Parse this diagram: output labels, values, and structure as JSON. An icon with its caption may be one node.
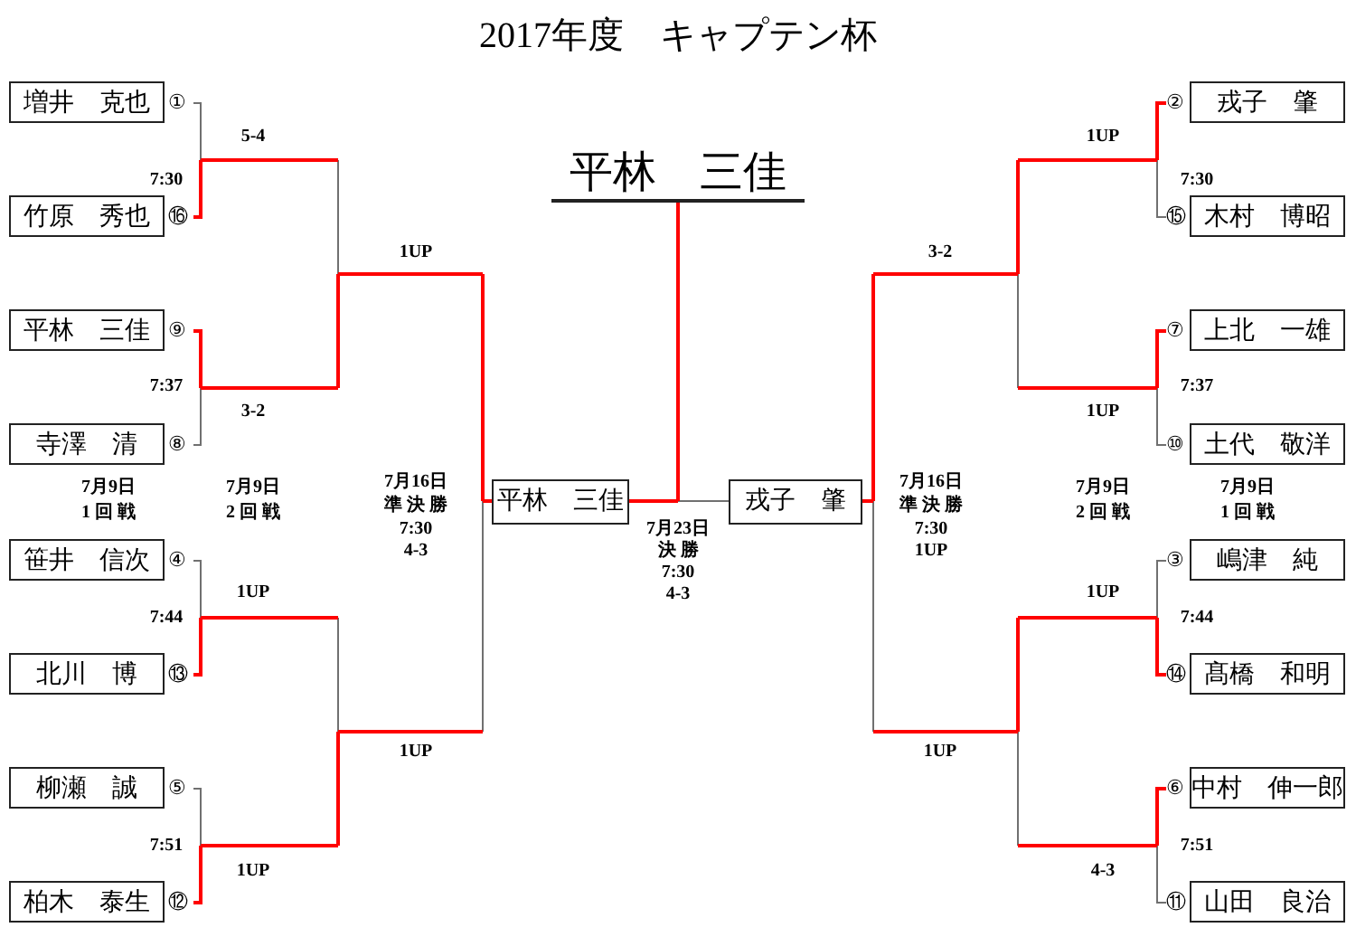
{
  "diagram": {
    "title": "2017年度　キャプテン杯",
    "nodes": [
      {
        "text": [
          "増井　克也"
        ],
        "beside": [
          "①"
        ]
      },
      {
        "text": [
          "竹原　秀也"
        ],
        "beside": [
          "⑯"
        ]
      },
      {
        "text": [
          "平林　三佳"
        ],
        "beside": [
          "⑨"
        ]
      },
      {
        "text": [
          "寺澤　清"
        ],
        "beside": [
          "⑧"
        ]
      },
      {
        "text": [
          "笹井　信次"
        ],
        "beside": [
          "④"
        ]
      },
      {
        "text": [
          "北川　博"
        ],
        "beside": [
          "⑬"
        ]
      },
      {
        "text": [
          "柳瀬　誠"
        ],
        "beside": [
          "⑤"
        ]
      },
      {
        "text": [
          "柏木　泰生"
        ],
        "beside": [
          "⑫"
        ]
      },
      {
        "text": [
          "平林　三佳"
        ]
      },
      {
        "text": [
          "平林　三佳"
        ]
      },
      {
        "text": [
          "戎子　肇"
        ]
      },
      {
        "text": [
          "戎子　肇"
        ],
        "beside": [
          "②"
        ]
      },
      {
        "text": [
          "木村　博昭"
        ],
        "beside": [
          "⑮"
        ]
      },
      {
        "text": [
          "上北　一雄"
        ],
        "beside": [
          "⑦"
        ]
      },
      {
        "text": [
          "土代　敬洋"
        ],
        "beside": [
          "⑩"
        ]
      },
      {
        "text": [
          "嶋津　純"
        ],
        "beside": [
          "③"
        ]
      },
      {
        "text": [
          "髙橋　和明"
        ],
        "beside": [
          "⑭"
        ]
      },
      {
        "text": [
          "中村　伸一郎"
        ],
        "beside": [
          "⑥"
        ]
      },
      {
        "text": [
          "山田　良治"
        ],
        "beside": [
          "⑪"
        ]
      }
    ],
    "edges": [
      {
        "from": 0,
        "to": 8,
        "arrow": "none"
      },
      {
        "from": 1,
        "to": 8,
        "arrow": "none"
      },
      {
        "from": 2,
        "to": 8,
        "arrow": "none",
        "color": "#ff0000"
      },
      {
        "from": 3,
        "to": 8,
        "arrow": "none"
      },
      {
        "from": 4,
        "to": 8,
        "arrow": "none",
        "color": "#707070"
      },
      {
        "from": 5,
        "to": 8,
        "arrow": "none",
        "color": "#707070"
      },
      {
        "from": 6,
        "to": 8,
        "arrow": "none",
        "color": "#707070"
      },
      {
        "from": 7,
        "to": 8,
        "arrow": "none",
        "color": "#707070"
      },
      {
        "from": 8,
        "to": 9,
        "arrow": "none",
        "color": "#ff0000"
      },
      {
        "from": 10,
        "to": 9,
        "arrow": "none"
      },
      {
        "from": 11,
        "to": 10,
        "arrow": "none",
        "color": "#ff0000"
      },
      {
        "from": 12,
        "to": 10,
        "arrow": "none"
      },
      {
        "from": 13,
        "to": 10,
        "arrow": "none"
      },
      {
        "from": 14,
        "to": 10,
        "arrow": "none"
      },
      {
        "from": 15,
        "to": 10,
        "arrow": "none",
        "color": "#707070"
      },
      {
        "from": 16,
        "to": 10,
        "arrow": "none",
        "color": "#707070"
      },
      {
        "from": 17,
        "to": 10,
        "arrow": "none",
        "color": "#707070"
      },
      {
        "from": 18,
        "to": 10,
        "arrow": "none",
        "color": "#707070"
      }
    ],
    "labels": [
      "5-4",
      "1UP",
      "7:30",
      "7:30",
      "1UP",
      "3-2",
      "7:37",
      "7:37",
      "3-2",
      "1UP",
      "7月9日",
      "7月9日",
      "7月16日",
      "7月16日",
      "7月9日",
      "7月9日",
      "1 回 戦",
      "2 回 戦",
      "準 決 勝",
      "準 決 勝",
      "2 回 戦",
      "1 回 戦",
      "7:30",
      "7月23日",
      "7:30",
      "4-3",
      "決 勝",
      "1UP",
      "7:30",
      "1UP",
      "4-3",
      "1UP",
      "7:44",
      "7:44",
      "1UP",
      "1UP",
      "7:51",
      "7:51",
      "1UP",
      "4-3"
    ]
  }
}
